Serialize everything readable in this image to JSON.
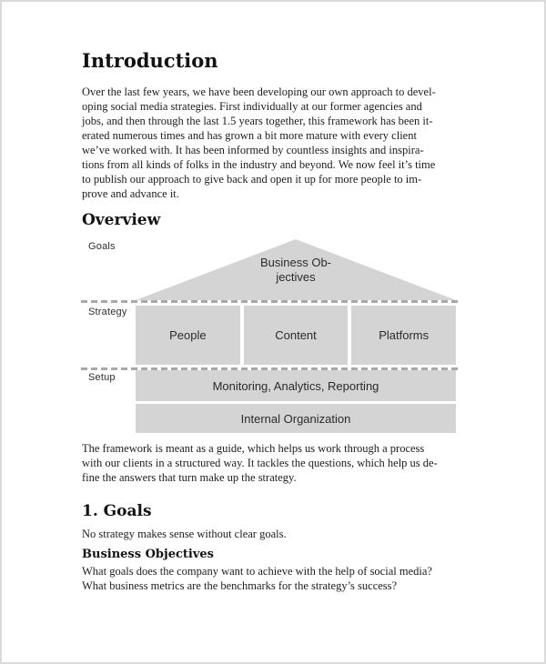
{
  "document": {
    "title": "Introduction",
    "intro_paragraph": "Over the last few years, we have been developing our own approach to devel-\noping social media strategies. First individually at our former agencies and\njobs, and then through the last 1.5 years together, this framework has been it-\nerated numerous times and has grown a bit more mature with every client\nwe’ve worked with. It has been informed by countless insights and inspira-\ntions from all kinds of folks in the industry and beyond. We now feel it’s time\nto publish our approach to give back and open it up for more people to im-\nprove and advance it.",
    "overview_heading": "Overview",
    "framework_paragraph": "The framework is meant as a guide, which helps us work through a process\nwith our clients in a structured way. It tackles the questions, which help us de-\nfine the answers that turn make up the strategy.",
    "goals_heading": "1. Goals",
    "goals_paragraph": "No strategy makes sense without clear goals.",
    "business_objectives_heading": "Business Objectives",
    "business_objectives_paragraph": "What goals does the company want to achieve with the help of social media?\nWhat business metrics are the benchmarks for the strategy’s success?"
  },
  "diagram": {
    "row_labels": {
      "goals": "Goals",
      "strategy": "Strategy",
      "setup": "Setup"
    },
    "triangle_text": "Business Ob-\njectives",
    "strategy_boxes": [
      "People",
      "Content",
      "Platforms"
    ],
    "setup_boxes": [
      "Monitoring, Analytics, Reporting",
      "Internal Organization"
    ],
    "colors": {
      "box_fill": "#d4d4d4",
      "dash": "#a8a8a8",
      "text": "#2b2b2b"
    }
  }
}
